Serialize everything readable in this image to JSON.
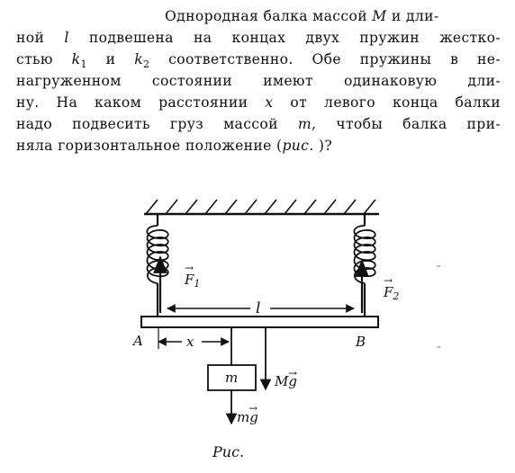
{
  "problem": {
    "lines": [
      {
        "segments": [
          {
            "text": "Однородная балка массой "
          },
          {
            "text": "M",
            "italic": true
          },
          {
            "text": " и дли-"
          }
        ]
      },
      {
        "segments": [
          {
            "text": "ной "
          },
          {
            "text": "l",
            "italic": true
          },
          {
            "text": " подвешена на концах двух пружин жестко-"
          }
        ]
      },
      {
        "segments": [
          {
            "text": "стью "
          },
          {
            "text": "k",
            "italic": true
          },
          {
            "text": "1",
            "sub": true
          },
          {
            "text": " и "
          },
          {
            "text": "k",
            "italic": true
          },
          {
            "text": "2",
            "sub": true
          },
          {
            "text": " соответственно. Обе пружины в не-"
          }
        ]
      },
      {
        "segments": [
          {
            "text": "нагруженном состоянии имеют одинаковую дли-"
          }
        ]
      },
      {
        "segments": [
          {
            "text": "ну. На каком расстоянии "
          },
          {
            "text": "x",
            "italic": true
          },
          {
            "text": " от левого конца балки"
          }
        ]
      },
      {
        "segments": [
          {
            "text": "надо подвесить груз массой "
          },
          {
            "text": "m",
            "italic": true
          },
          {
            "text": ", чтобы балка при-"
          }
        ]
      },
      {
        "segments": [
          {
            "text": "няла горизонтальное положение ("
          },
          {
            "text": "рис.",
            "italic": true
          },
          {
            "text": "          )?"
          }
        ]
      }
    ]
  },
  "figure": {
    "labels": {
      "F1": "F",
      "F1_sub": "1",
      "F2": "F",
      "F2_sub": "2",
      "length": "l",
      "A": "A",
      "B": "B",
      "x": "x",
      "m": "m",
      "Mg": "Mg",
      "mg": "mg"
    },
    "caption": "Рис."
  }
}
